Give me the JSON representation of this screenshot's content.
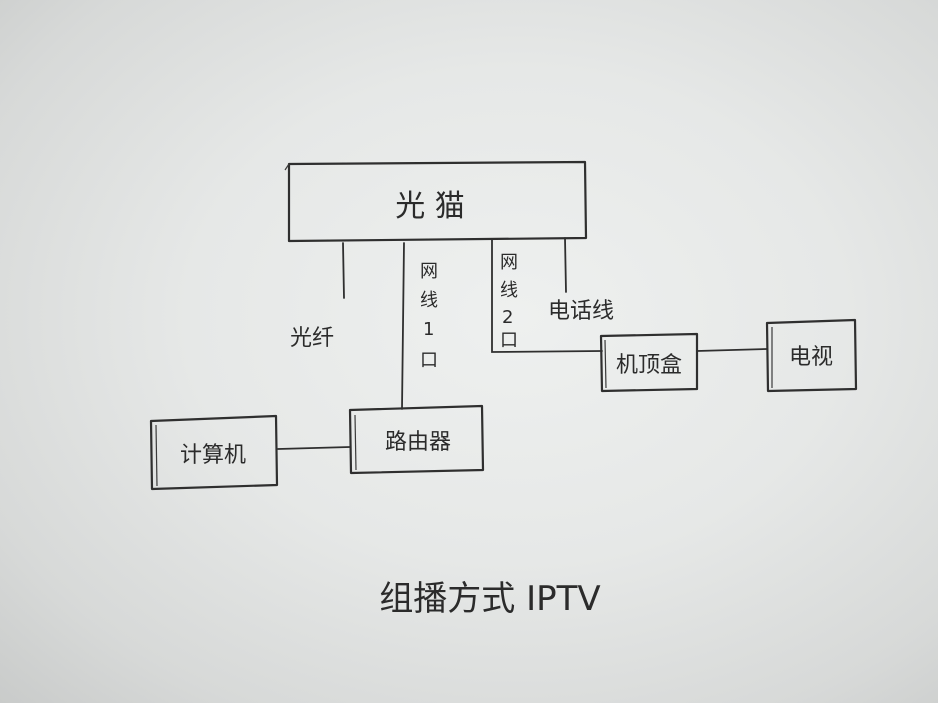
{
  "diagram": {
    "nodes": {
      "optical_modem": "光 猫",
      "router": "路由器",
      "computer": "计算机",
      "set_top_box": "机顶盒",
      "tv": "电视"
    },
    "edges": {
      "fiber": "光纤",
      "lan1": [
        "网",
        "线",
        "1",
        "口"
      ],
      "lan2": [
        "网",
        "线",
        "2",
        "口"
      ],
      "phone_line": "电话线"
    },
    "caption": "组播方式 IPTV"
  }
}
